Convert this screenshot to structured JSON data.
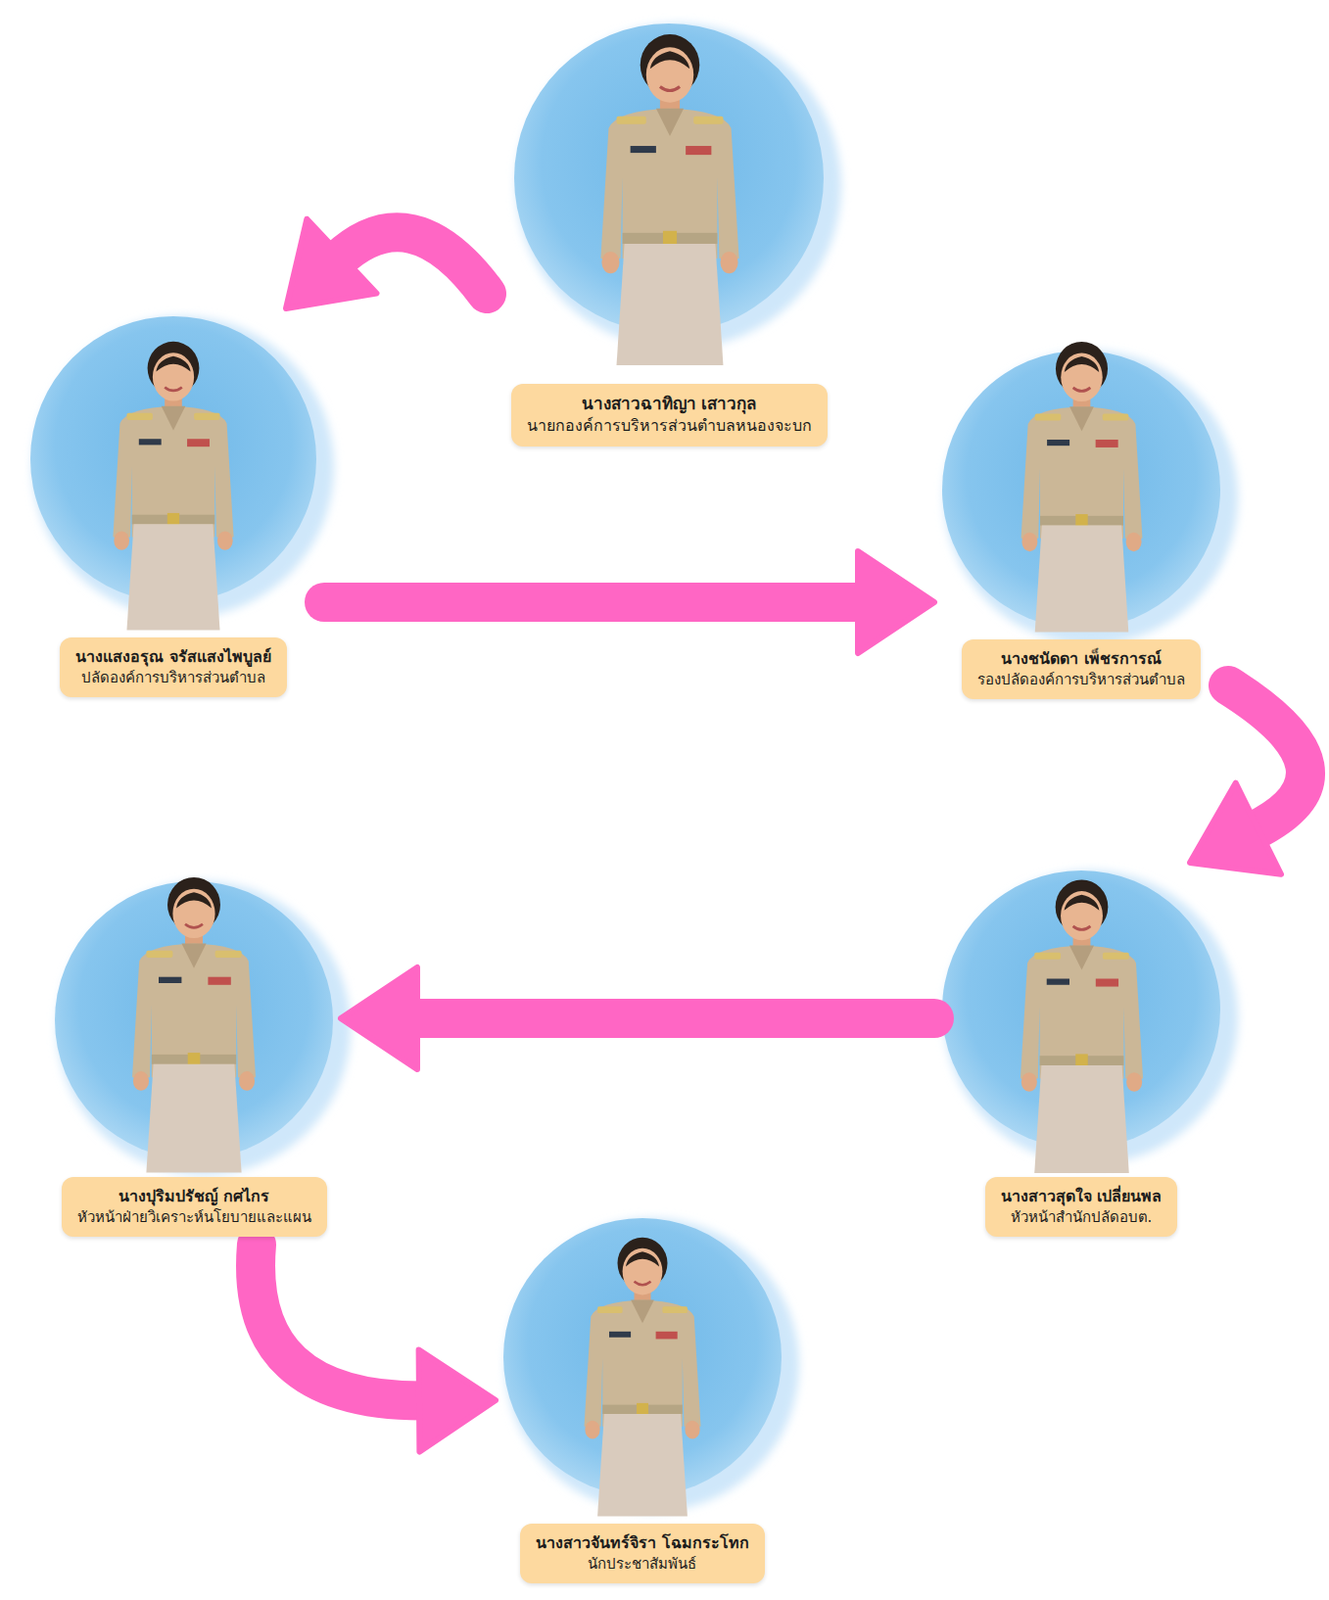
{
  "diagram": {
    "nodes": [
      {
        "text": [
          "นางสาวฉาทิญา เสาวกุล",
          "นายกองค์การบริหารส่วนตำบลหนองจะบก"
        ]
      },
      {
        "text": [
          "นางแสงอรุณ จรัสแสงไพบูลย์",
          "ปลัดองค์การบริหารส่วนตำบล"
        ]
      },
      {
        "text": [
          "นางชนัดดา เพ็ชรการณ์",
          "รองปลัดองค์การบริหารส่วนตำบล"
        ]
      },
      {
        "text": [
          "นางสาวสุดใจ เปลี่ยนพล",
          "หัวหน้าสำนักปลัดอบต."
        ]
      },
      {
        "text": [
          "นางปุริมปรัชญ์ กศไกร",
          "หัวหน้าฝ่ายวิเคราะห์นโยบายและแผน"
        ]
      },
      {
        "text": [
          "นางสาวจันทร์จิรา โฉมกระโทก",
          "นักประชาสัมพันธ์"
        ]
      }
    ],
    "edges": [
      {
        "from": 0,
        "to": 1,
        "arrow": "to"
      },
      {
        "from": 1,
        "to": 2,
        "arrow": "to"
      },
      {
        "from": 2,
        "to": 3,
        "arrow": "to"
      },
      {
        "from": 3,
        "to": 4,
        "arrow": "to"
      },
      {
        "from": 4,
        "to": 5,
        "arrow": "to"
      }
    ]
  }
}
